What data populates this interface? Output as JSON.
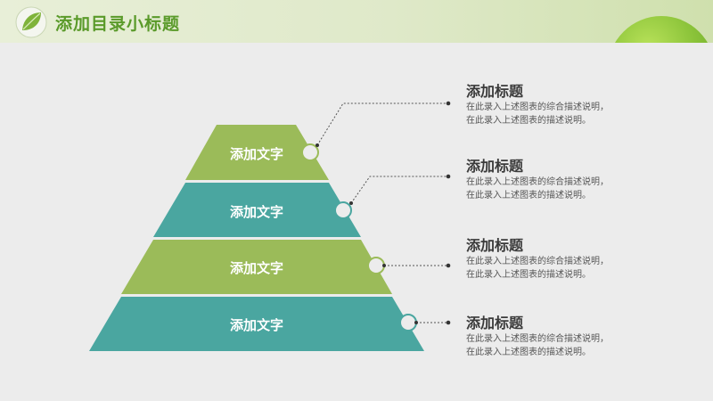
{
  "header": {
    "title": "添加目录小标题",
    "title_color": "#5a9a2a"
  },
  "colors": {
    "green": "#9bbb59",
    "teal": "#4aa6a0",
    "green_ring": "#9bbb59",
    "teal_ring": "#4aa6a0"
  },
  "pyramid": {
    "tiers": [
      {
        "label": "添加文字"
      },
      {
        "label": "添加文字"
      },
      {
        "label": "添加文字"
      },
      {
        "label": "添加文字"
      }
    ]
  },
  "descriptions": [
    {
      "title": "添加标题",
      "lines": [
        "在此录入上述图表的综合描述说明，",
        "在此录入上述图表的描述说明。"
      ]
    },
    {
      "title": "添加标题",
      "lines": [
        "在此录入上述图表的综合描述说明，",
        "在此录入上述图表的描述说明。"
      ]
    },
    {
      "title": "添加标题",
      "lines": [
        "在此录入上述图表的综合描述说明，",
        "在此录入上述图表的描述说明。"
      ]
    },
    {
      "title": "添加标题",
      "lines": [
        "在此录入上述图表的综合描述说明，",
        "在此录入上述图表的描述说明。"
      ]
    }
  ]
}
